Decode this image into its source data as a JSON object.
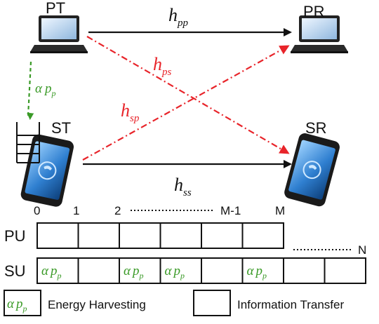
{
  "nodes": {
    "pt": "PT",
    "pr": "PR",
    "st": "ST",
    "sr": "SR"
  },
  "links": {
    "hpp": {
      "base": "h",
      "sub": "pp"
    },
    "hps": {
      "base": "h",
      "sub": "ps"
    },
    "hsp": {
      "base": "h",
      "sub": "sp"
    },
    "hss": {
      "base": "h",
      "sub": "ss"
    }
  },
  "energy_label": {
    "alpha": "α",
    "base": "p",
    "sub": "p"
  },
  "timeline": {
    "ticks": [
      "0",
      "1",
      "2",
      "M-1",
      "M"
    ],
    "pu_label": "PU",
    "su_label": "SU",
    "su_end": "N",
    "pu_slots": 6,
    "su_slot_harvest": [
      true,
      false,
      true,
      true,
      false,
      true,
      false,
      false
    ]
  },
  "legend": {
    "energy": "Energy Harvesting",
    "info": "Information Transfer"
  },
  "colors": {
    "red": "#e8242a",
    "green": "#3a9a27",
    "black": "#111111"
  }
}
